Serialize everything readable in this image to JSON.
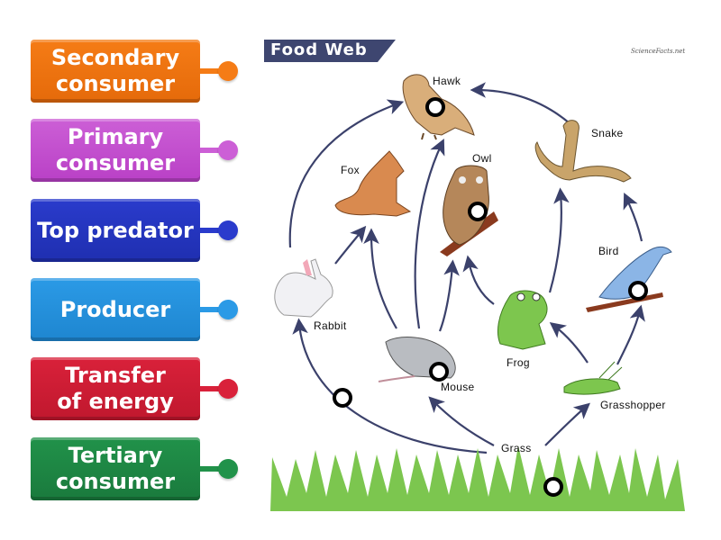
{
  "labels": [
    {
      "lines": [
        "Secondary",
        "consumer"
      ],
      "color": "#f57c16",
      "dark": "#e56a0a"
    },
    {
      "lines": [
        "Primary",
        "consumer"
      ],
      "color": "#cc5fd6",
      "dark": "#b940c6"
    },
    {
      "lines": [
        "Top predator"
      ],
      "color": "#2a3bcc",
      "dark": "#1f2fb0"
    },
    {
      "lines": [
        "Producer"
      ],
      "color": "#2b9ae6",
      "dark": "#1e86d0"
    },
    {
      "lines": [
        "Transfer",
        "of energy"
      ],
      "color": "#d9213a",
      "dark": "#c0182e"
    },
    {
      "lines": [
        "Tertiary",
        "consumer"
      ],
      "color": "#21924a",
      "dark": "#1a7a3d"
    }
  ],
  "diagram": {
    "title": "Food Web",
    "brand": "ScienceFacts.net",
    "arrow_color": "#3b416b",
    "banner_color": "#3e4670",
    "organisms": {
      "hawk": "Hawk",
      "snake": "Snake",
      "fox": "Fox",
      "owl": "Owl",
      "bird": "Bird",
      "rabbit": "Rabbit",
      "mouse": "Mouse",
      "frog": "Frog",
      "grasshopper": "Grasshopper",
      "grass": "Grass"
    }
  }
}
